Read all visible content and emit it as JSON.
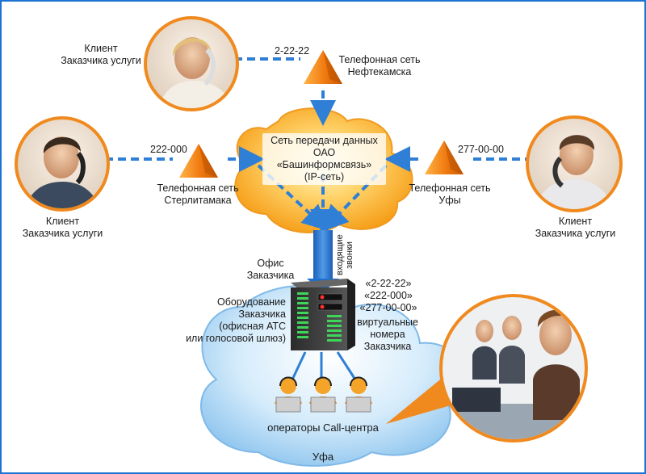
{
  "top_client": {
    "label": [
      "Клиент",
      "Заказчика услуги"
    ]
  },
  "left_client": {
    "label": [
      "Клиент",
      "Заказчика услуги"
    ]
  },
  "right_client": {
    "label": [
      "Клиент",
      "Заказчика услуги"
    ]
  },
  "networks": {
    "neftekamsk": {
      "number": "2-22-22",
      "label": [
        "Телефонная сеть",
        "Нефтекамска"
      ]
    },
    "sterlitamak": {
      "number": "222-000",
      "label": [
        "Телефонная сеть",
        "Стерлитамака"
      ]
    },
    "ufa": {
      "number": "277-00-00",
      "label": [
        "Телефонная сеть",
        "Уфы"
      ]
    }
  },
  "data_network": {
    "label": [
      "Сеть передачи данных",
      "ОАО «Башинформсвязь»",
      "(IP-сеть)"
    ]
  },
  "incoming_calls": [
    "входящие",
    "звонки"
  ],
  "office": {
    "title": [
      "Офис",
      "Заказчика"
    ],
    "equipment": [
      "Оборудование",
      "Заказчика",
      "(офисная АТС",
      "или голосовой шлюз)"
    ],
    "virtual_numbers": [
      "«2-22-22»",
      "«222-000»",
      "«277-00-00»"
    ],
    "virtual_label": [
      "виртуальные",
      "номера",
      "Заказчика"
    ],
    "operators": "операторы Call-центра",
    "city": "Уфа"
  },
  "colors": {
    "arrow": "#2f7fd6",
    "pipe": "#1e6fd0",
    "cloud_orange": "#f7a11a",
    "cloud_blue": "#8fc6f0",
    "pyramid": "#f07a10",
    "frame": "#1d73d4"
  }
}
